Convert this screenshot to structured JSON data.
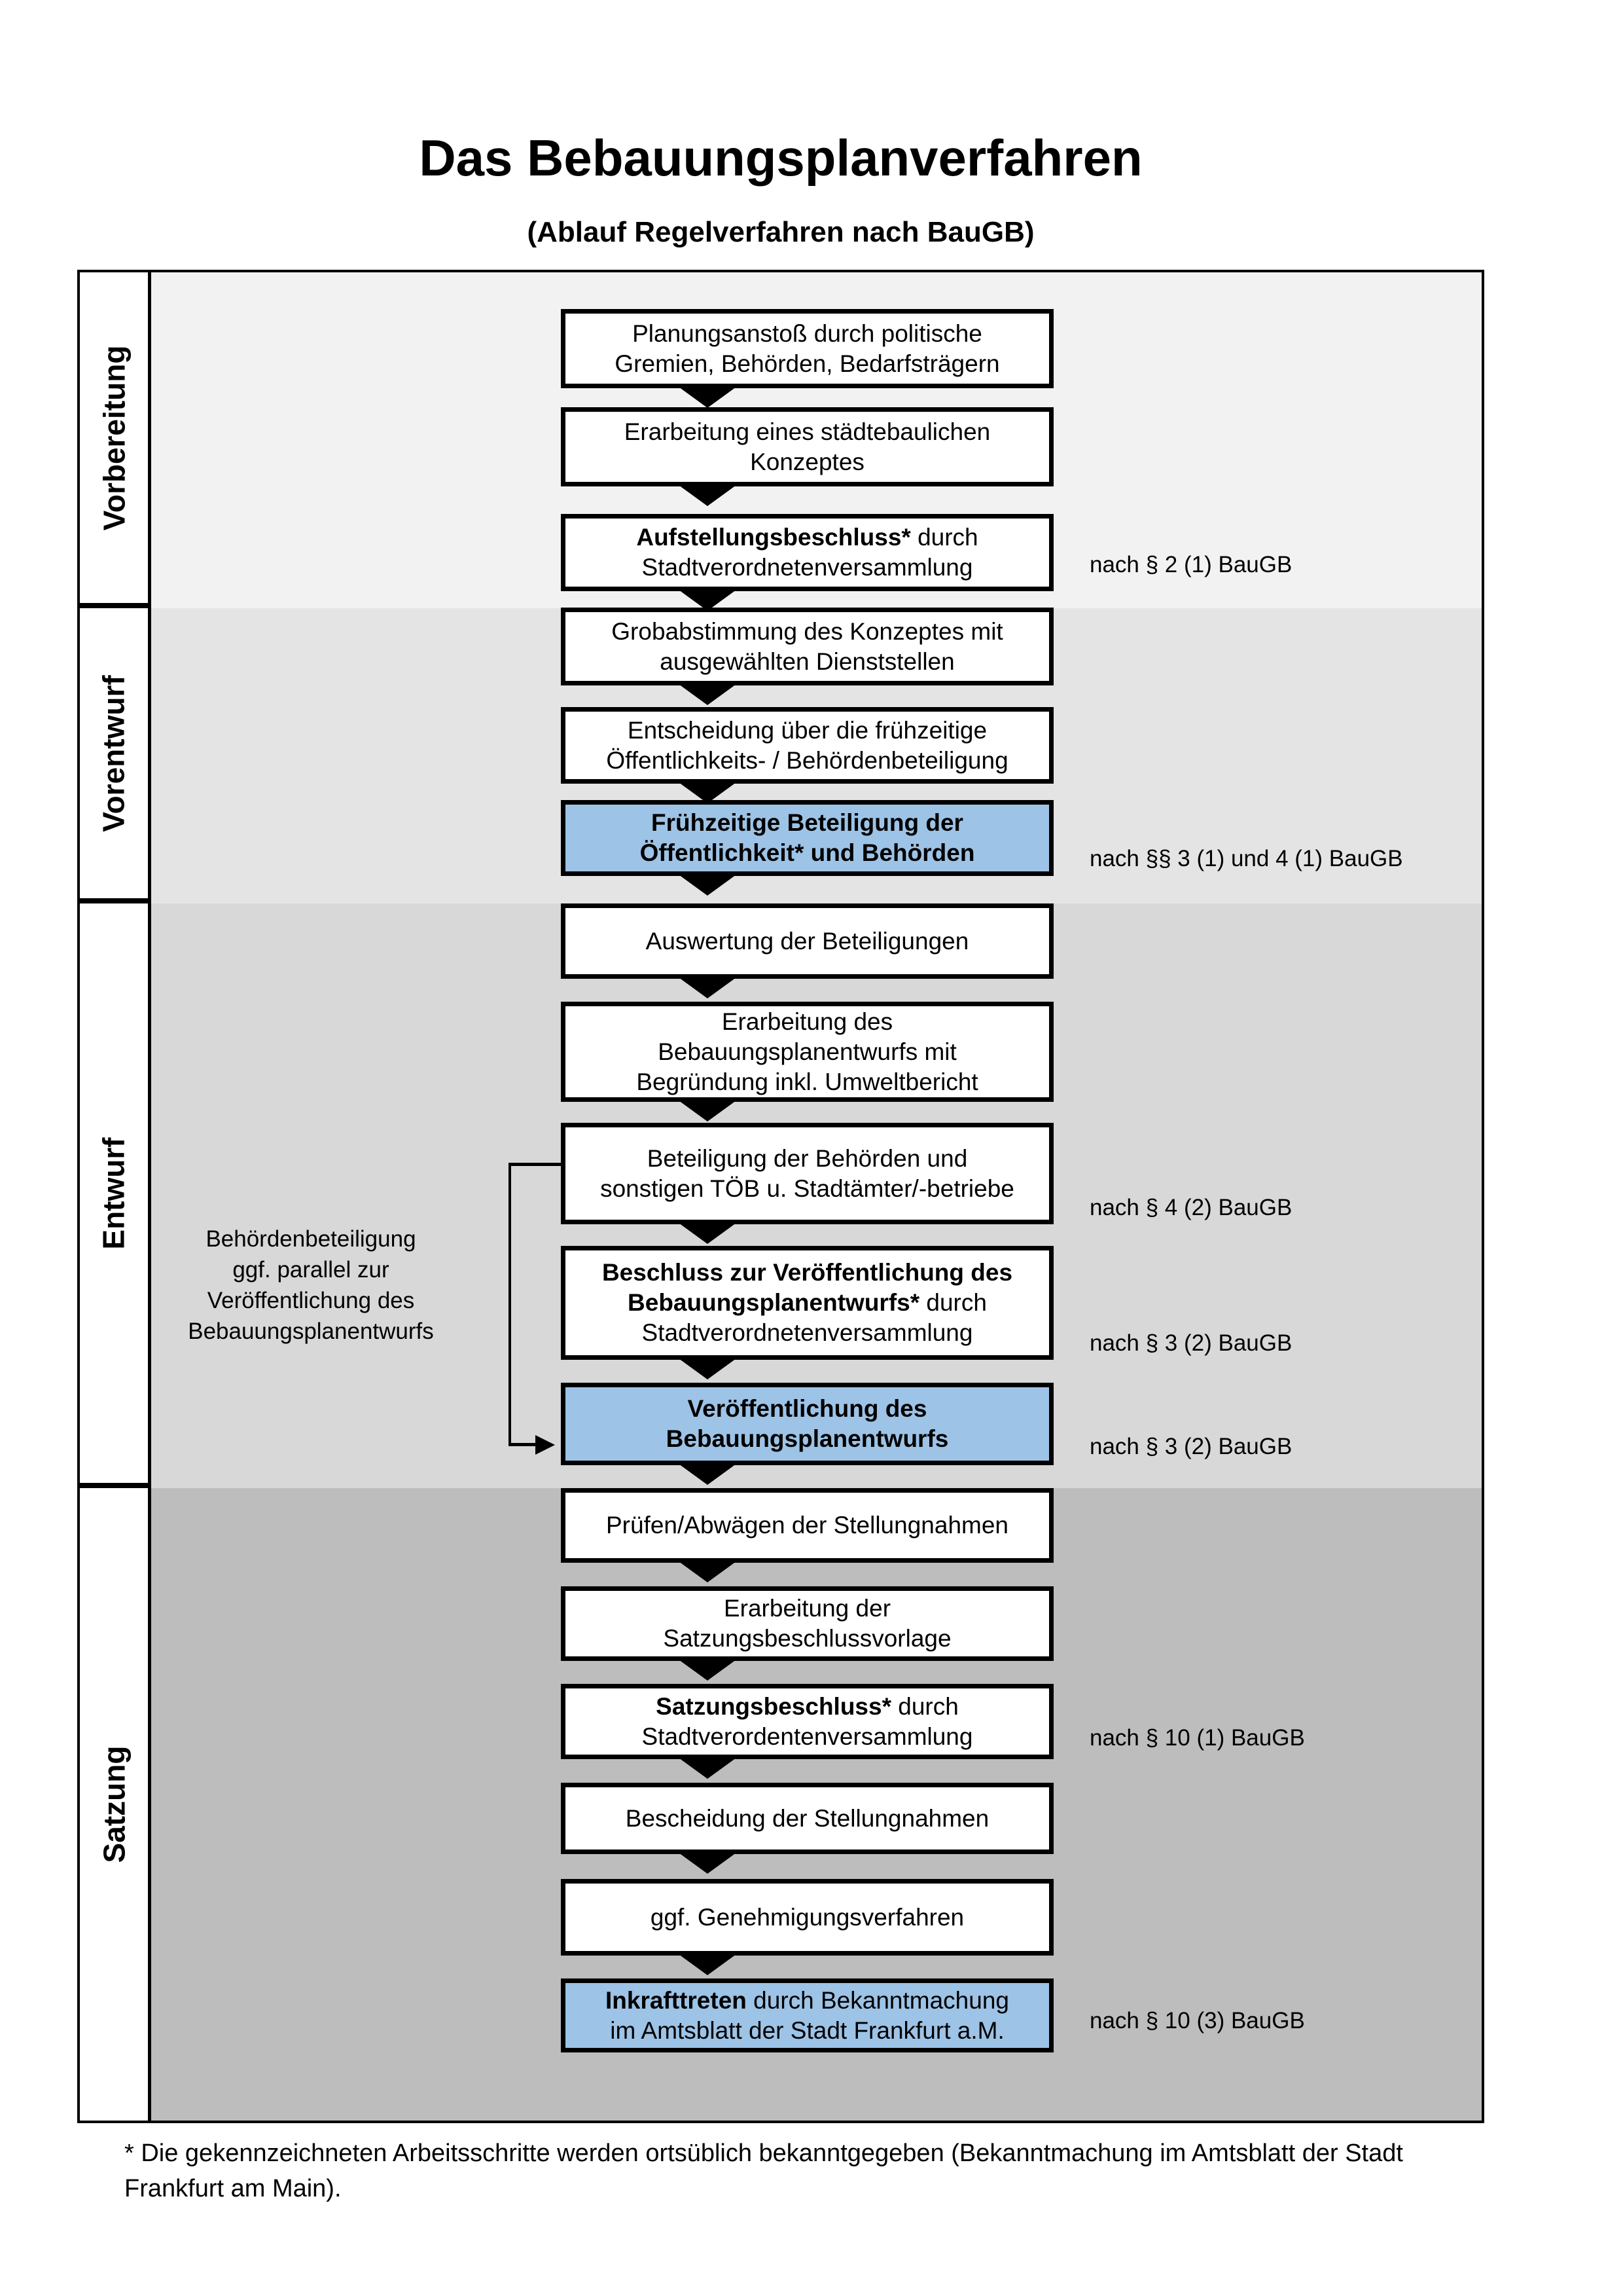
{
  "title": "Das Bebauungsplanverfahren",
  "subtitle": "(Ablauf Regelverfahren nach BauGB)",
  "colors": {
    "highlight_blue": "#9DC3E6",
    "phase_backgrounds": [
      "#F2F2F2",
      "#E4E4E4",
      "#D8D8D8",
      "#BDBDBD"
    ],
    "box_border": "#000000"
  },
  "phases": [
    {
      "label": "Vorbereitung"
    },
    {
      "label": "Vorentwurf"
    },
    {
      "label": "Entwurf"
    },
    {
      "label": "Satzung"
    }
  ],
  "steps": [
    {
      "lines": [
        [
          {
            "t": "Planungsanstoß durch politische"
          }
        ],
        [
          {
            "t": "Gremien, Behörden, Bedarfsträgern"
          }
        ]
      ]
    },
    {
      "lines": [
        [
          {
            "t": "Erarbeitung eines städtebaulichen"
          }
        ],
        [
          {
            "t": "Konzeptes"
          }
        ]
      ]
    },
    {
      "lines": [
        [
          {
            "t": "Aufstellungsbeschluss*",
            "b": true
          },
          {
            "t": " durch"
          }
        ],
        [
          {
            "t": "Stadtverordnetenversammlung"
          }
        ]
      ],
      "ref": "nach § 2 (1) BauGB"
    },
    {
      "lines": [
        [
          {
            "t": "Grobabstimmung des Konzeptes mit"
          }
        ],
        [
          {
            "t": "ausgewählten Dienststellen"
          }
        ]
      ]
    },
    {
      "lines": [
        [
          {
            "t": "Entscheidung über die frühzeitige"
          }
        ],
        [
          {
            "t": "Öffentlichkeits- / Behördenbeteiligung"
          }
        ]
      ]
    },
    {
      "highlight": true,
      "lines": [
        [
          {
            "t": "Frühzeitige Beteiligung der",
            "b": true
          }
        ],
        [
          {
            "t": "Öffentlichkeit* und Behörden",
            "b": true
          }
        ]
      ],
      "ref": "nach §§ 3 (1) und 4 (1) BauGB"
    },
    {
      "lines": [
        [
          {
            "t": "Auswertung der Beteiligungen"
          }
        ]
      ]
    },
    {
      "lines": [
        [
          {
            "t": "Erarbeitung des"
          }
        ],
        [
          {
            "t": "Bebauungsplanentwurfs mit"
          }
        ],
        [
          {
            "t": "Begründung inkl. Umweltbericht"
          }
        ]
      ]
    },
    {
      "lines": [
        [
          {
            "t": "Beteiligung der Behörden und"
          }
        ],
        [
          {
            "t": "sonstigen TÖB u. Stadtämter/-betriebe"
          }
        ]
      ],
      "ref": "nach § 4 (2) BauGB"
    },
    {
      "lines": [
        [
          {
            "t": "Beschluss zur Veröffentlichung des",
            "b": true
          }
        ],
        [
          {
            "t": "Bebauungsplanentwurfs*",
            "b": true
          },
          {
            "t": " durch"
          }
        ],
        [
          {
            "t": "Stadtverordnetenversammlung"
          }
        ]
      ],
      "ref": "nach § 3 (2) BauGB"
    },
    {
      "highlight": true,
      "lines": [
        [
          {
            "t": "Veröffentlichung des",
            "b": true
          }
        ],
        [
          {
            "t": "Bebauungsplanentwurfs",
            "b": true
          }
        ]
      ],
      "ref": "nach § 3 (2) BauGB"
    },
    {
      "lines": [
        [
          {
            "t": "Prüfen/Abwägen der Stellungnahmen"
          }
        ]
      ]
    },
    {
      "lines": [
        [
          {
            "t": "Erarbeitung der"
          }
        ],
        [
          {
            "t": "Satzungsbeschlussvorlage"
          }
        ]
      ]
    },
    {
      "lines": [
        [
          {
            "t": "Satzungsbeschluss*",
            "b": true
          },
          {
            "t": " durch"
          }
        ],
        [
          {
            "t": "Stadtverordentenversammlung"
          }
        ]
      ],
      "ref": "nach § 10 (1) BauGB"
    },
    {
      "lines": [
        [
          {
            "t": "Bescheidung der Stellungnahmen"
          }
        ]
      ]
    },
    {
      "lines": [
        [
          {
            "t": "ggf. Genehmigungsverfahren"
          }
        ]
      ]
    },
    {
      "highlight": true,
      "lines": [
        [
          {
            "t": "Inkrafttreten",
            "b": true
          },
          {
            "t": " durch Bekanntmachung"
          }
        ],
        [
          {
            "t": "im Amtsblatt der Stadt Frankfurt a.M."
          }
        ]
      ],
      "ref": "nach § 10 (3) BauGB"
    }
  ],
  "side_note": {
    "lines": [
      "Behördenbeteiligung",
      "ggf. parallel zur",
      "Veröffentlichung des",
      "Bebauungsplanentwurfs"
    ]
  },
  "footnote": {
    "lines": [
      "* Die gekennzeichneten Arbeitsschritte werden ortsüblich bekanntgegeben (Bekanntmachung im Amtsblatt  der Stadt",
      "Frankfurt am Main)."
    ]
  }
}
